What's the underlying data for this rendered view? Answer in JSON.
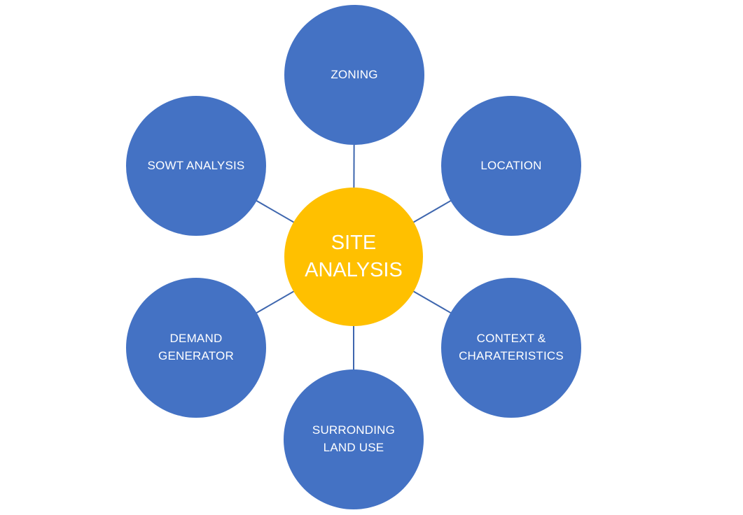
{
  "diagram": {
    "background_color": "#ffffff",
    "connector_color": "#3e66ae",
    "hub": {
      "label": "SITE\nANALYSIS",
      "fill_color": "#ffc000",
      "text_color": "#ffffff"
    },
    "node_fill_color": "#4472c4",
    "node_text_color": "#ffffff",
    "nodes": [
      {
        "id": "zoning",
        "label": "ZONING",
        "position": "top"
      },
      {
        "id": "sowt-analysis",
        "label": "SOWT ANALYSIS",
        "position": "upper-left"
      },
      {
        "id": "location",
        "label": "LOCATION",
        "position": "upper-right"
      },
      {
        "id": "demand-generator",
        "label": "DEMAND\nGENERATOR",
        "position": "lower-left"
      },
      {
        "id": "context-charateristics",
        "label": "CONTEXT &\nCHARATERISTICS",
        "position": "lower-right"
      },
      {
        "id": "surronding-land-use",
        "label": "SURRONDING\nLAND USE",
        "position": "bottom"
      }
    ]
  }
}
